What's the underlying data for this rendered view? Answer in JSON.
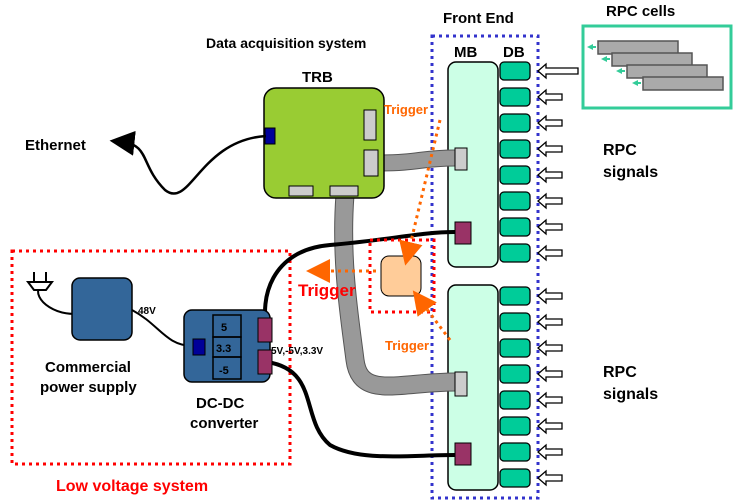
{
  "labels": {
    "front_end": "Front End",
    "rpc_cells": "RPC cells",
    "daq": "Data acquisition system",
    "trb": "TRB",
    "mb": "MB",
    "db": "DB",
    "ethernet": "Ethernet",
    "rpc_signals_top_1": "RPC",
    "rpc_signals_top_2": "signals",
    "rpc_signals_bottom_1": "RPC",
    "rpc_signals_bottom_2": "signals",
    "trigger_top": "Trigger",
    "trigger_center": "Trigger",
    "trigger_bottom": "Trigger",
    "v48": "48V",
    "v_out": "5V,-5V,3.3V",
    "dc_5": "5",
    "dc_33": "3.3",
    "dc_m5": "-5",
    "power_supply_1": "Commercial",
    "power_supply_2": "power supply",
    "dcdc_1": "DC-DC",
    "dcdc_2": "converter",
    "low_voltage": "Low voltage system"
  },
  "colors": {
    "trb_board": "#99cc33",
    "front_end_board": "#ccffe6",
    "db_block": "#00cc99",
    "power_block": "#336699",
    "connector": "#993366",
    "eth_port": "#000099",
    "trigger": "#ff6600",
    "trigger_box": "#ff0000",
    "low_voltage_box": "#ff0000",
    "front_end_box": "#3333cc",
    "rpc_frame": "#33cc99",
    "rpc_strip": "#aaaaaa",
    "tdc_chip": "#ffcc99",
    "cable": "#999999"
  }
}
